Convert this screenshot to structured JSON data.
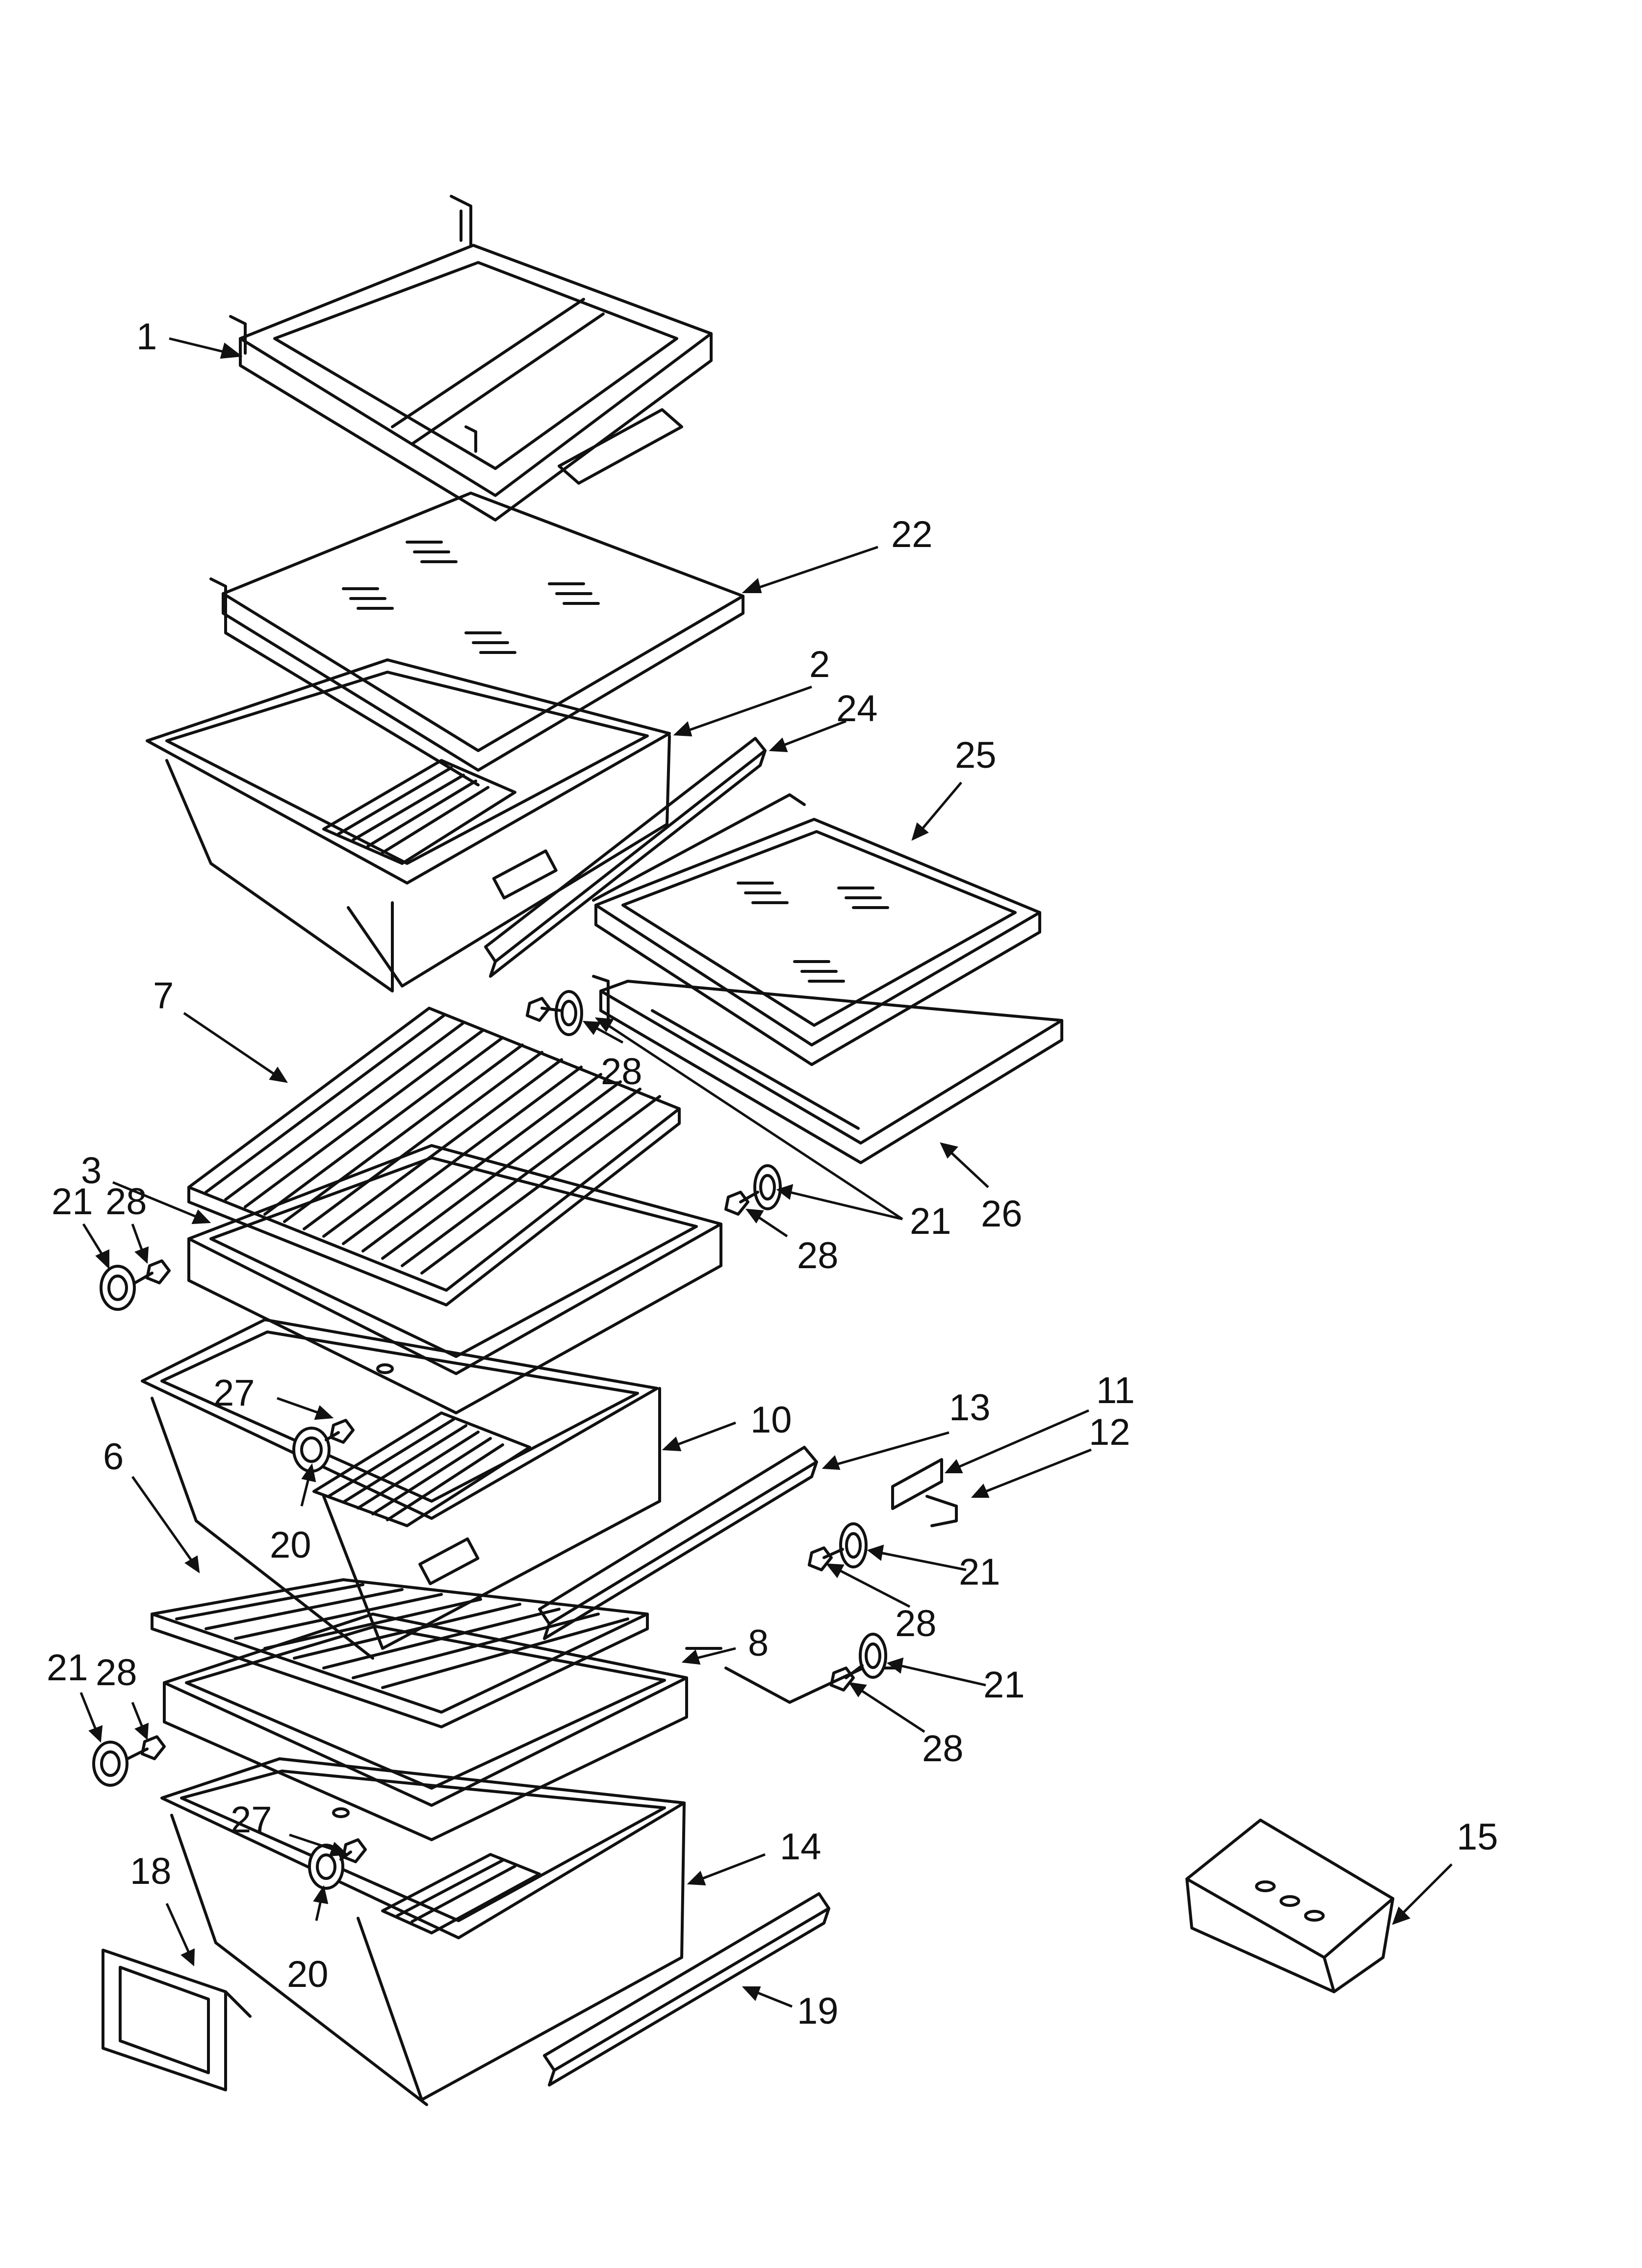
{
  "diagram": {
    "parts": [
      {
        "number": "1",
        "icon": "shelf-frame"
      },
      {
        "number": "22",
        "icon": "glass-shelf"
      },
      {
        "number": "2",
        "icon": "crisper-drawer"
      },
      {
        "number": "24",
        "icon": "drawer-trim"
      },
      {
        "number": "25",
        "icon": "glass-shelf"
      },
      {
        "number": "26",
        "icon": "shelf-frame"
      },
      {
        "number": "7",
        "icon": "ribbed-cover"
      },
      {
        "number": "3",
        "icon": "cover-frame"
      },
      {
        "number": "10",
        "icon": "crisper-drawer"
      },
      {
        "number": "13",
        "icon": "drawer-trim"
      },
      {
        "number": "11",
        "icon": "label-insert"
      },
      {
        "number": "12",
        "icon": "bracket"
      },
      {
        "number": "6",
        "icon": "ribbed-cover"
      },
      {
        "number": "8",
        "icon": "cover-frame"
      },
      {
        "number": "14",
        "icon": "meat-drawer"
      },
      {
        "number": "15",
        "icon": "storage-bin"
      },
      {
        "number": "18",
        "icon": "label-frame"
      },
      {
        "number": "19",
        "icon": "drawer-trim"
      },
      {
        "number": "20",
        "icon": "roller"
      },
      {
        "number": "21",
        "icon": "roller"
      },
      {
        "number": "27",
        "icon": "screw"
      },
      {
        "number": "28",
        "icon": "screw"
      }
    ],
    "callouts": {
      "c1": "1",
      "c22": "22",
      "c2": "2",
      "c24": "24",
      "c25": "25",
      "c7": "7",
      "c28a": "28",
      "c3": "3",
      "c21a": "21",
      "c28b": "28",
      "c21b": "21",
      "c26": "26",
      "c28c": "28",
      "c27a": "27",
      "c10": "10",
      "c13": "13",
      "c11": "11",
      "c12": "12",
      "c6": "6",
      "c20a": "20",
      "c21c": "21",
      "c28d": "28",
      "c8": "8",
      "c21d": "21",
      "c28e": "28",
      "c21e": "21",
      "c28f": "28",
      "c27b": "27",
      "c14": "14",
      "c15": "15",
      "c18": "18",
      "c20b": "20",
      "c19": "19"
    }
  }
}
